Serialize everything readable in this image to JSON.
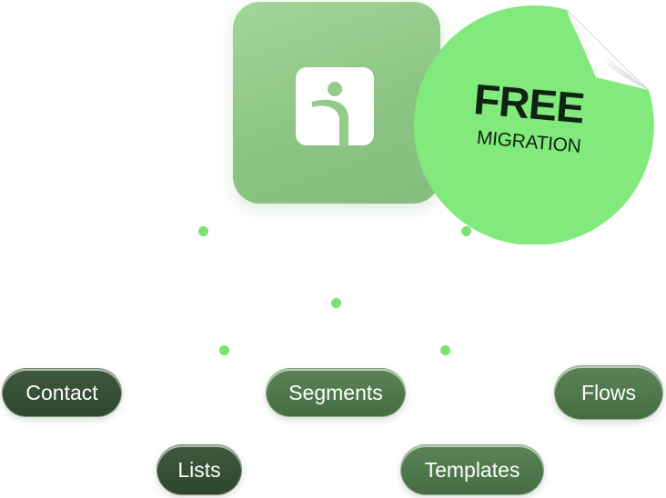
{
  "app_icon": {
    "icon": "brand-logo-icon"
  },
  "sticker": {
    "line1": "FREE",
    "line2": "MIGRATION",
    "color": "#82ea7c"
  },
  "items": {
    "contact": "Contact",
    "segments": "Segments",
    "flows": "Flows",
    "lists": "Lists",
    "templates": "Templates"
  },
  "colors": {
    "dot": "#7be173",
    "pill_dark": "#344f34",
    "pill_mid": "#4f7a4c",
    "tile": "#93cb8a"
  }
}
